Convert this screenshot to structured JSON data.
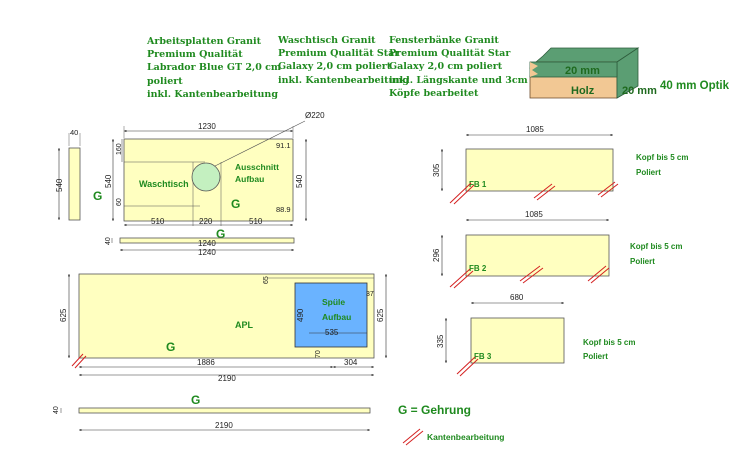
{
  "notes": [
    {
      "lines": [
        "Arbeitsplatten Granit",
        "Premium Qualität",
        "Labrador Blue GT 2,0 cm",
        "poliert",
        "inkl. Kantenbearbeitung"
      ]
    },
    {
      "lines": [
        "Waschtisch Granit",
        "Premium Qualität Star",
        "Galaxy 2,0 cm poliert",
        "inkl. Kantenbearbeitung"
      ]
    },
    {
      "lines": [
        "Fensterbänke Granit",
        "Premium Qualität Star",
        "Galaxy 2,0 cm poliert",
        "inkl. Längskante und 3cm",
        "Köpfe bearbeitet"
      ]
    }
  ],
  "optik": {
    "top": "20 mm",
    "front": "20 mm",
    "wood": "Holz",
    "title": "40 mm Optik"
  },
  "waschtisch": {
    "name": "Waschtisch",
    "cutout": "Ausschnitt\nAufbau",
    "diameter": "Ø220",
    "gehrung_left": "G",
    "gehrung_mid": "G",
    "gehrung_under": "G",
    "width": "1230",
    "height_left": "540",
    "height_right": "540",
    "d_top": "160",
    "d_bottom": "60",
    "right_top": "91.1",
    "right_bottom": "88.9",
    "seg1": "510",
    "seg2": "220",
    "seg3": "510",
    "strip_thick": "40",
    "strip_len1": "1240",
    "strip_len2": "1240",
    "side_thick": "40",
    "side_len": "540"
  },
  "apl": {
    "name": "APL",
    "gehrung": "G",
    "height_left": "625",
    "height_right": "625",
    "spuele": "Spüle\nAufbau",
    "spuele_h": "490",
    "spuele_w": "535",
    "d65": "65",
    "d37": "37",
    "d70": "70",
    "total": "2190",
    "seg_left": "1886",
    "seg_right": "304"
  },
  "bottom_strip": {
    "thick": "40",
    "length": "2190",
    "gehrung": "G"
  },
  "fensterbaenke": [
    {
      "label": "FB 1",
      "width": "1085",
      "height": "305",
      "note": "Kopf bis 5 cm\nPoliert"
    },
    {
      "label": "FB 2",
      "width": "1085",
      "height": "296",
      "note": "Kopf bis 5 cm\nPoliert"
    },
    {
      "label": "FB 3",
      "width": "680",
      "height": "335",
      "note": "Kopf bis 5 cm\nPoliert"
    }
  ],
  "legend": {
    "gehrung": "G = Gehrung",
    "kanten": "Kantenbearbeitung"
  },
  "colors": {
    "panel": "#ffffc0",
    "sink": "#6ab3ff",
    "basin": "#c4f0c0",
    "green": "#1f8a1f",
    "red": "#d42020",
    "wood": "#f2c894",
    "stone": "#5b9e73"
  }
}
